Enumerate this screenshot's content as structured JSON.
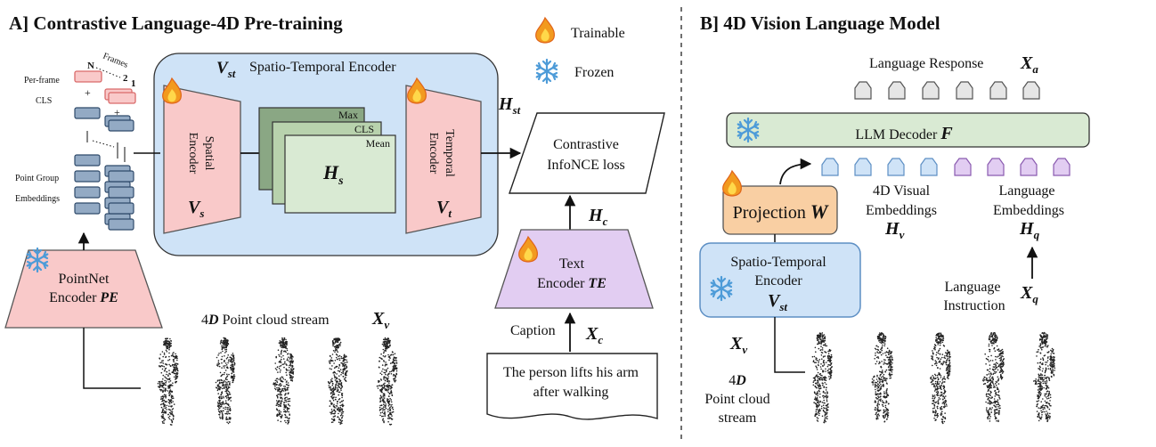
{
  "panel_a": {
    "title": "A] Contrastive Language-4D Pre-training",
    "legend": {
      "trainable": "Trainable",
      "frozen": "Frozen"
    },
    "frames_label": "Frames",
    "frame_n": "N",
    "frame_2": "2",
    "frame_1": "1",
    "perframe_label": "Per-frame",
    "cls_label": "CLS",
    "pointgroup_label": "Point Group",
    "embeddings_label": "Embeddings",
    "pointnet_line1": "PointNet",
    "pointnet_line2": "Encoder",
    "pointnet_symbol": "PE",
    "st_symbol": "V",
    "st_sub": "st",
    "st_label": "Spatio-Temporal Encoder",
    "spatial_line1": "Spatial",
    "spatial_line2": "Encoder",
    "spatial_symbol": "V",
    "spatial_sub": "s",
    "stack_max": "Max",
    "stack_cls": "CLS",
    "stack_mean": "Mean",
    "hs_symbol": "H",
    "hs_sub": "s",
    "temporal_line1": "Temporal",
    "temporal_line2": "Encoder",
    "temporal_symbol": "V",
    "temporal_sub": "t",
    "hst_symbol": "H",
    "hst_sub": "st",
    "loss_line1": "Contrastive",
    "loss_line2": "InfoNCE loss",
    "hc_symbol": "H",
    "hc_sub": "c",
    "text_enc_line1": "Text",
    "text_enc_line2": "Encoder",
    "text_enc_symbol": "TE",
    "caption_label": "Caption",
    "xc_symbol": "X",
    "xc_sub": "c",
    "caption_line1": "The person lifts his arm",
    "caption_line2": "after walking",
    "stream_prefix": "4",
    "stream_d": "D",
    "stream_label": " Point cloud stream",
    "xv_symbol": "X",
    "xv_sub": "v"
  },
  "panel_b": {
    "title": "B] 4D Vision Language Model",
    "response_label": "Language Response",
    "xa_symbol": "X",
    "xa_sub": "a",
    "llm_label": "LLM Decoder",
    "llm_symbol": "F",
    "projection_label": "Projection",
    "projection_symbol": "W",
    "visual_line1": "4D Visual",
    "visual_line2": "Embeddings",
    "hv_symbol": "H",
    "hv_sub": "v",
    "lang_line1": "Language",
    "lang_line2": "Embeddings",
    "hq_symbol": "H",
    "hq_sub": "q",
    "st_line1": "Spatio-Temporal",
    "st_line2": "Encoder",
    "st_symbol": "V",
    "st_sub": "st",
    "instr_line1": "Language",
    "instr_line2": "Instruction",
    "xq_symbol": "X",
    "xq_sub": "q",
    "xv_symbol": "X",
    "xv_sub": "v",
    "stream_line1_prefix": "4",
    "stream_line1_d": "D",
    "stream_line2": "Point cloud",
    "stream_line3": "stream"
  },
  "colors": {
    "pink_fill": "#f9c9c9",
    "pink_stroke": "#d96a6a",
    "blue_fill": "#cfe3f7",
    "blue_stroke": "#5d8fc4",
    "green_fill": "#d9ead3",
    "green_dark": "#8aa784",
    "purple_fill": "#e2cdf2",
    "purple_stroke": "#8a5bb0",
    "orange_fill": "#f9cfa3",
    "orange_stroke": "#c7843b",
    "gray_token": "#e6e6e6",
    "steel_block": "#93aac4",
    "flame": "#f08a1c",
    "snow": "#5ea9de"
  }
}
